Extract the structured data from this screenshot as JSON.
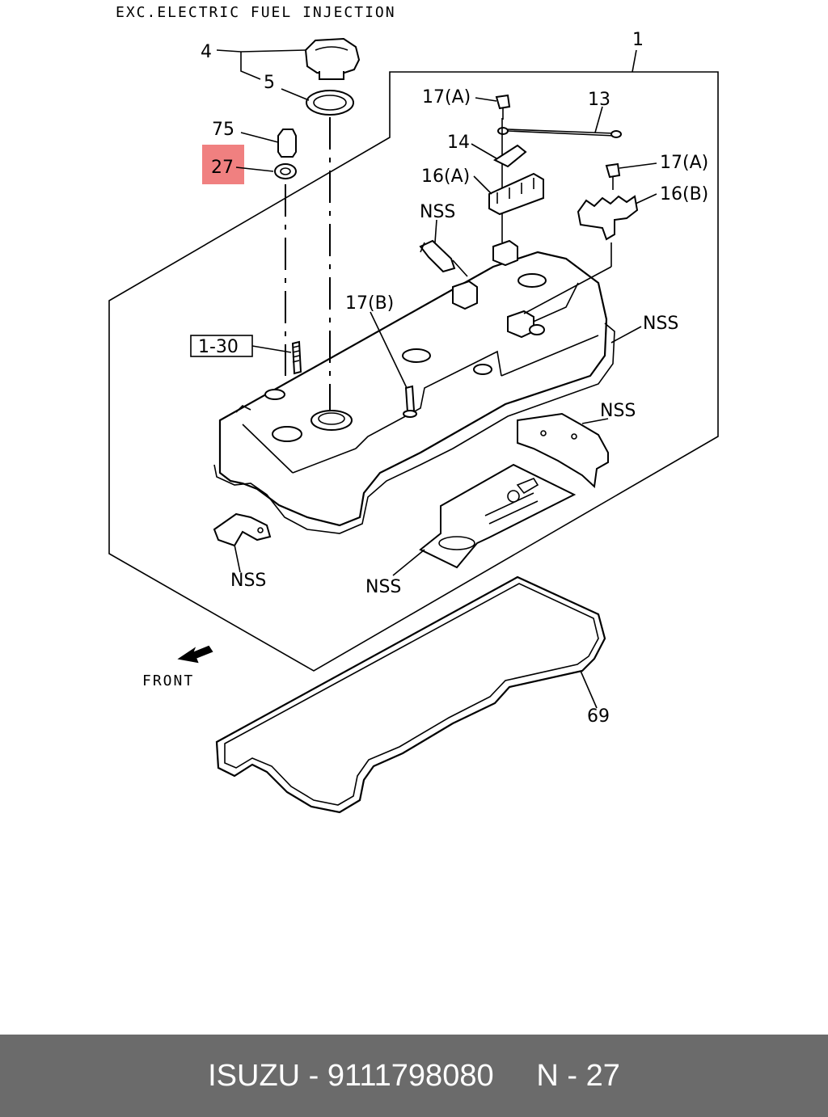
{
  "header_note": "EXC.ELECTRIC FUEL INJECTION",
  "highlight_color": "#f08080",
  "labels": {
    "p1": "1",
    "p4": "4",
    "p5": "5",
    "p75": "75",
    "p27": "27",
    "p17a_top": "17(A)",
    "p13": "13",
    "p14": "14",
    "p16a": "16(A)",
    "p17a_right": "17(A)",
    "p16b": "16(B)",
    "nss_sensor": "NSS",
    "p17b": "17(B)",
    "ref_1_30": "1-30",
    "nss_right": "NSS",
    "nss_plate_right": "NSS",
    "nss_bracket_left": "NSS",
    "nss_plate_bottom": "NSS",
    "front": "FRONT",
    "p69": "69"
  },
  "footer": {
    "brand": "ISUZU",
    "part_number": "9111798080",
    "page": "N - 27",
    "text": "ISUZU - 9111798080     N - 27"
  }
}
